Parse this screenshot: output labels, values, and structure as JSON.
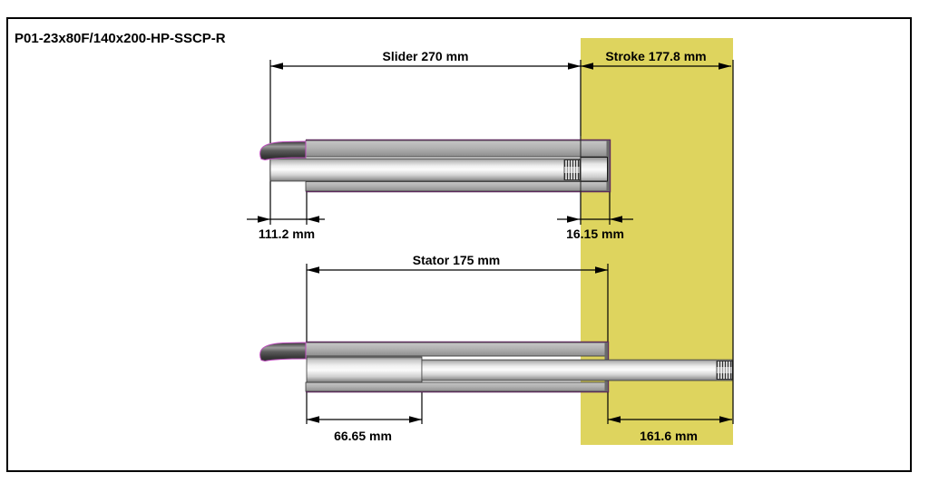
{
  "title": "P01-23x80F/140x200-HP-SSCP-R",
  "dims": {
    "slider": {
      "label": "Slider 270 mm",
      "value_mm": 270
    },
    "stroke": {
      "label": "Stroke 177.8 mm",
      "value_mm": 177.8
    },
    "stator": {
      "label": "Stator 175 mm",
      "value_mm": 175
    },
    "rear_overhang": {
      "label": "111.2 mm",
      "value_mm": 111.2
    },
    "front_overhang": {
      "label": "16.15 mm",
      "value_mm": 16.15
    },
    "stator_rear_section": {
      "label": "66.65 mm",
      "value_mm": 66.65
    },
    "extension": {
      "label": "161.6 mm",
      "value_mm": 161.6
    }
  },
  "colors": {
    "stroke_zone": "#ded45e",
    "housing_outline": "#5c2a5c",
    "cable_outline": "#bf4fbf",
    "dimension": "#000000"
  }
}
